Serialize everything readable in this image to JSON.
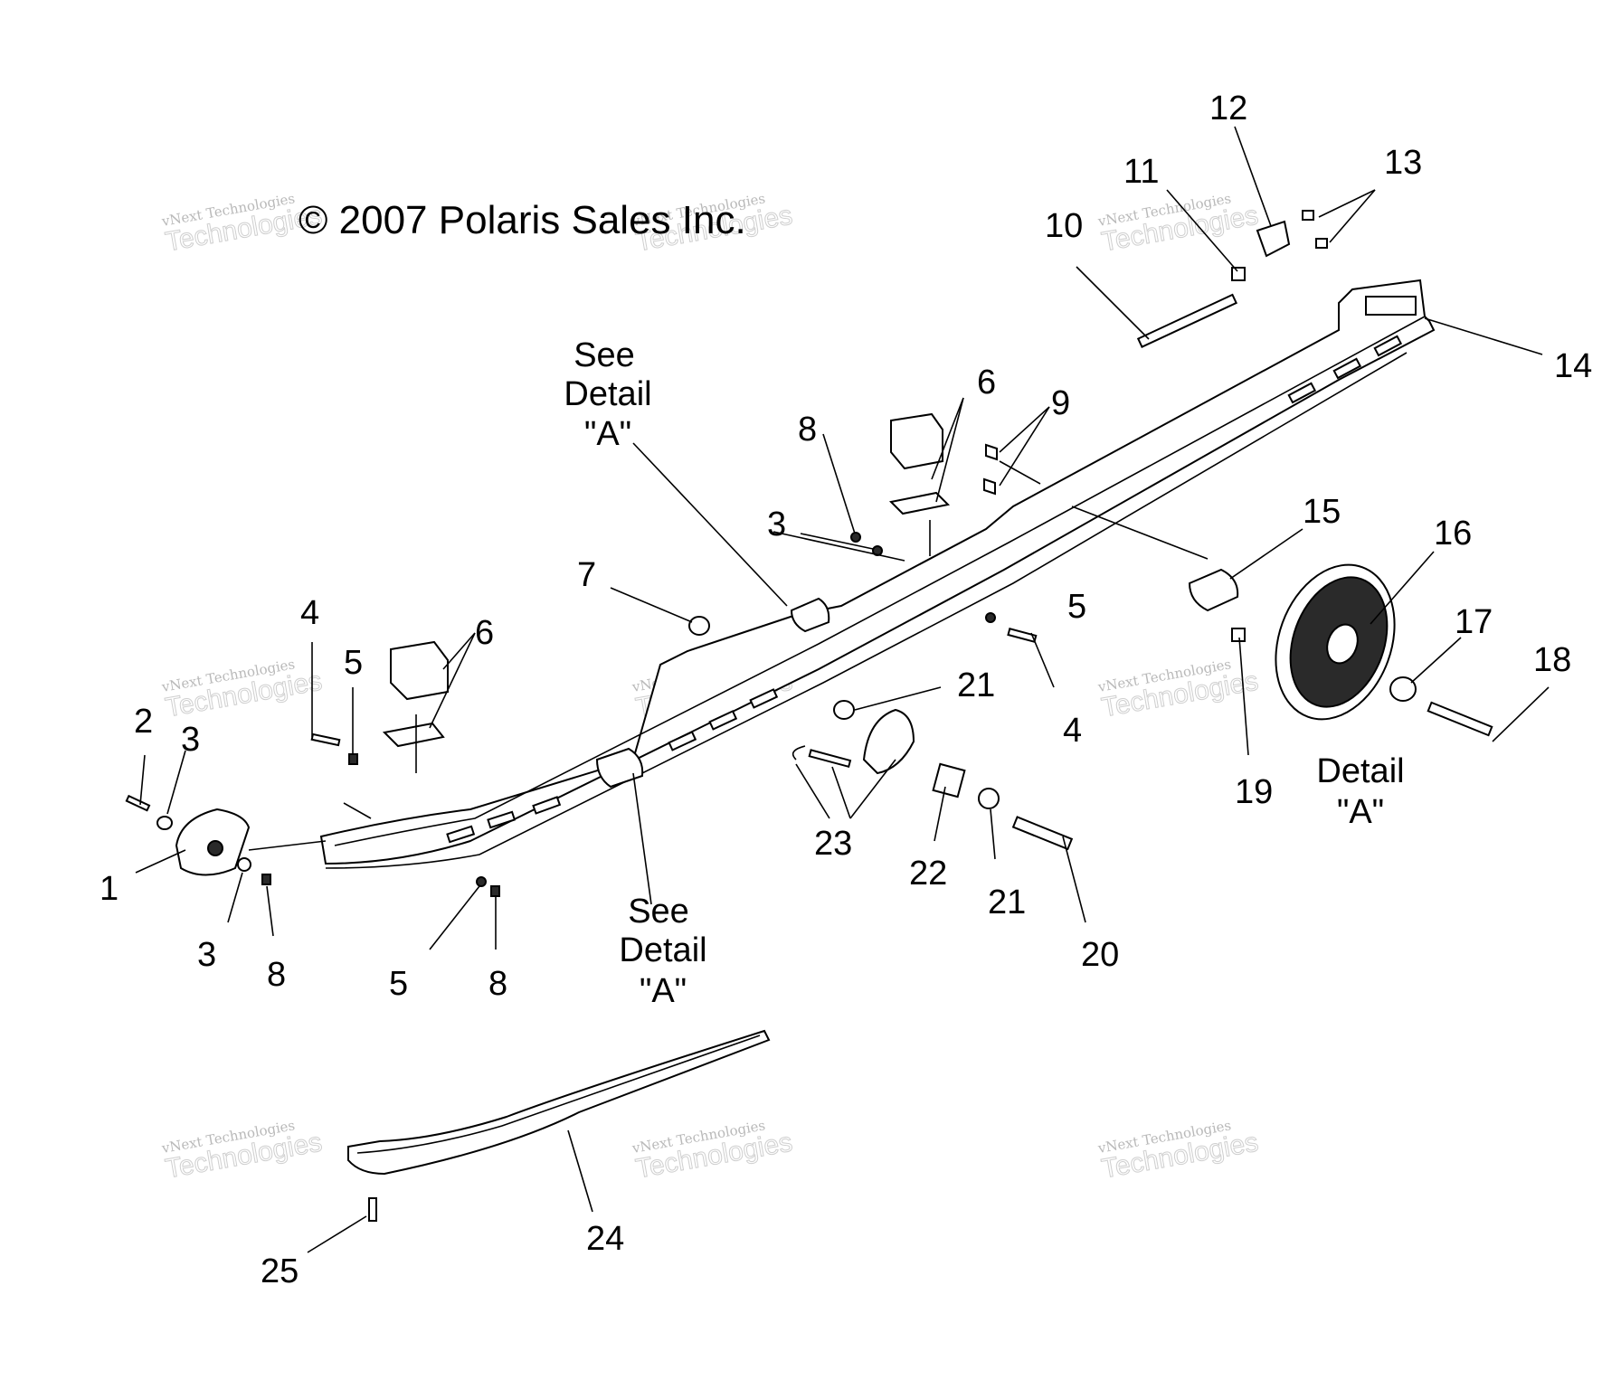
{
  "copyright": "© 2007 Polaris Sales Inc.",
  "watermark": {
    "line1": "vNext Technologies",
    "line2": "Technologies"
  },
  "notes": {
    "see_detail_top": [
      "See",
      "Detail",
      "\"A\""
    ],
    "see_detail_bottom": [
      "See",
      "Detail",
      "\"A\""
    ],
    "detail": [
      "Detail",
      "\"A\""
    ]
  },
  "callouts": [
    "1",
    "2",
    "3",
    "3",
    "3",
    "4",
    "4",
    "5",
    "5",
    "5",
    "6",
    "6",
    "7",
    "8",
    "8",
    "8",
    "9",
    "10",
    "11",
    "12",
    "13",
    "14",
    "15",
    "16",
    "17",
    "18",
    "19",
    "20",
    "21",
    "21",
    "22",
    "23",
    "24",
    "25"
  ]
}
